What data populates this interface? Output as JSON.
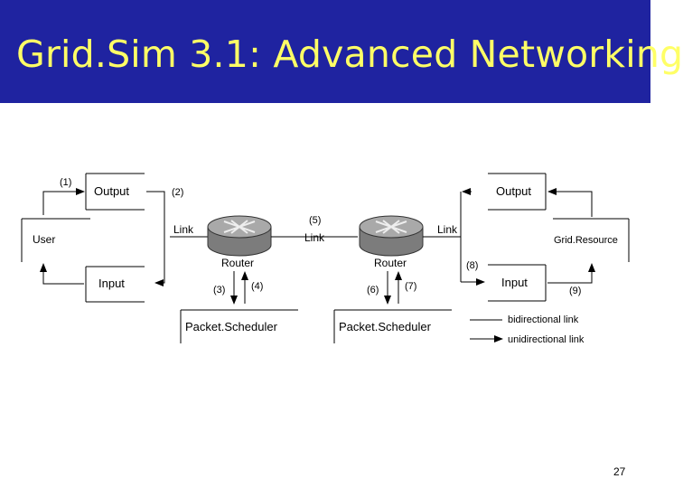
{
  "slide": {
    "title": "Grid.Sim 3.1: Advanced Networking",
    "page_number": "27"
  },
  "colors": {
    "title_bg": "#1f23a0",
    "title_text": "#ffff66",
    "router_body": "#8a8a8a"
  },
  "diagram": {
    "user": "User",
    "grid_resource": "Grid.Resource",
    "output_left": "Output",
    "input_left": "Input",
    "output_right": "Output",
    "input_right": "Input",
    "router_left": "Router",
    "router_right": "Router",
    "link_left": "Link",
    "link_middle": "Link",
    "link_right": "Link",
    "scheduler_left": "Packet.Scheduler",
    "scheduler_right": "Packet.Scheduler",
    "step_1": "(1)",
    "step_2": "(2)",
    "step_3": "(3)",
    "step_4": "(4)",
    "step_5": "(5)",
    "step_6": "(6)",
    "step_7": "(7)",
    "step_8": "(8)",
    "step_9": "(9)",
    "legend_bidirectional": "bidirectional link",
    "legend_unidirectional": "unidirectional link"
  }
}
